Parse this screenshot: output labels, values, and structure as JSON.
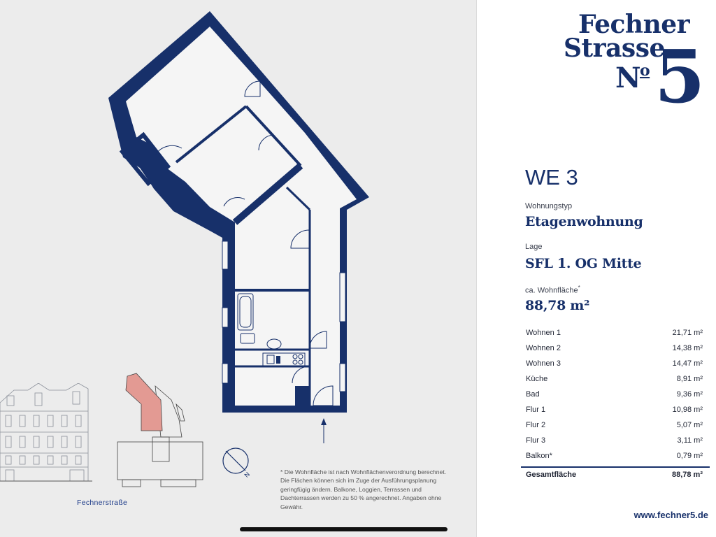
{
  "brand": {
    "line1": "Fechner",
    "line2": "Strasse",
    "numero": "N",
    "numero_o": "o",
    "number": "5"
  },
  "unit": {
    "title": "WE 3",
    "type_label": "Wohnungstyp",
    "type_value": "Etagenwohnung",
    "location_label": "Lage",
    "location_value": "SFL 1. OG Mitte",
    "area_label": "ca. Wohnfläche",
    "area_mark": "*",
    "area_value": "88,78 m²"
  },
  "rooms": [
    {
      "name": "Wohnen 1",
      "area": "21,71 m²"
    },
    {
      "name": "Wohnen 2",
      "area": "14,38 m²"
    },
    {
      "name": "Wohnen 3",
      "area": "14,47 m²"
    },
    {
      "name": "Küche",
      "area": "8,91 m²"
    },
    {
      "name": "Bad",
      "area": "9,36 m²"
    },
    {
      "name": "Flur 1",
      "area": "10,98 m²"
    },
    {
      "name": "Flur 2",
      "area": "5,07 m²"
    },
    {
      "name": "Flur 3",
      "area": "3,11 m²"
    },
    {
      "name": "Balkon*",
      "area": "0,79 m²"
    }
  ],
  "total": {
    "name": "Gesamtfläche",
    "area": "88,78 m²"
  },
  "website": "www.fechner5.de",
  "street": "Fechnerstraße",
  "compass": "N",
  "footnote": "* Die Wohnfläche ist nach Wohnflächenverordnung berechnet. Die Flächen können sich im Zuge der Ausführungsplanung geringfügig ändern. Balkone, Loggien, Terrassen und Dachterrassen werden zu 50 % angerechnet. Angaben ohne Gewähr.",
  "colors": {
    "navy": "#17306a",
    "highlight": "#e39a93",
    "background": "#ececec"
  }
}
